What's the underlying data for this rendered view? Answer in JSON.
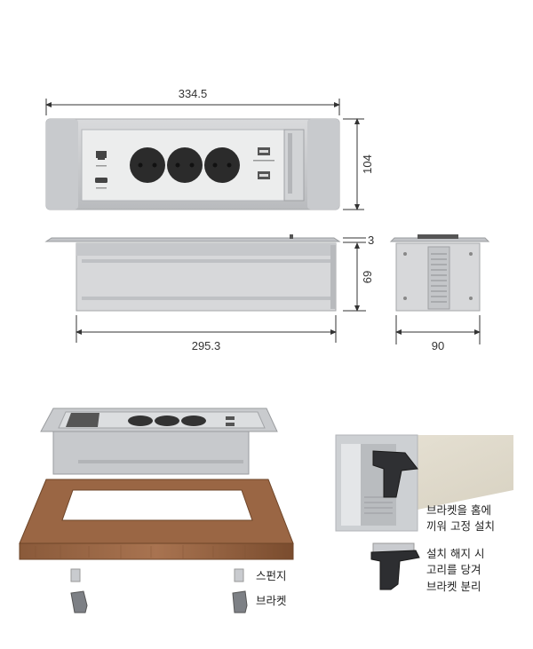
{
  "dimensions": {
    "top_width": "334.5",
    "front_height": "104",
    "flange": "3",
    "body_height": "69",
    "body_width": "295.3",
    "side_depth": "90"
  },
  "labels": {
    "sponge": "스펀지",
    "bracket": "브라켓",
    "install_line1": "브라켓을 홈에",
    "install_line2": "끼워 고정 설치",
    "remove_line1": "설치 해지 시",
    "remove_line2": "고리를 당겨",
    "remove_line3": "브라켓 분리"
  },
  "icons": {
    "front_panel": "power-module-front-icon",
    "socket": "schuko-socket-icon",
    "usb": "usb-port-icon"
  }
}
